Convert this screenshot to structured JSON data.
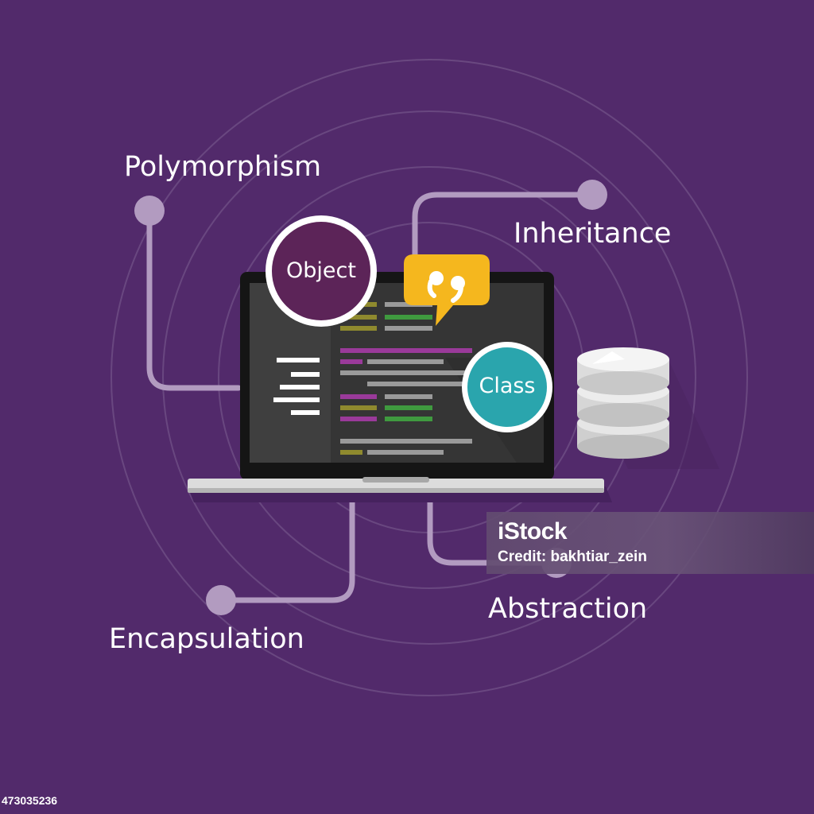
{
  "labels": {
    "polymorphism": "Polymorphism",
    "inheritance": "Inheritance",
    "encapsulation": "Encapsulation",
    "abstraction": "Abstraction",
    "object": "Object",
    "class": "Class"
  },
  "watermark": {
    "logo": "iStock",
    "credit": "Credit: bakhtiar_zein"
  },
  "stock_id": "473035236",
  "colors": {
    "background": "#522a6b",
    "connector": "#b29bc0",
    "object_circle": "#5c2458",
    "class_circle": "#2aa5ad",
    "speech_bubble": "#f5b71e",
    "screen": "#353535",
    "code_purple": "#9a3a9a",
    "code_gray": "#9a9a9a",
    "code_olive": "#8f8a2e",
    "code_green": "#3f9a3f"
  },
  "icons": {
    "speech": "quote-speech-bubble-icon",
    "database": "database-stack-icon",
    "menu": "hamburger-lines-icon"
  }
}
